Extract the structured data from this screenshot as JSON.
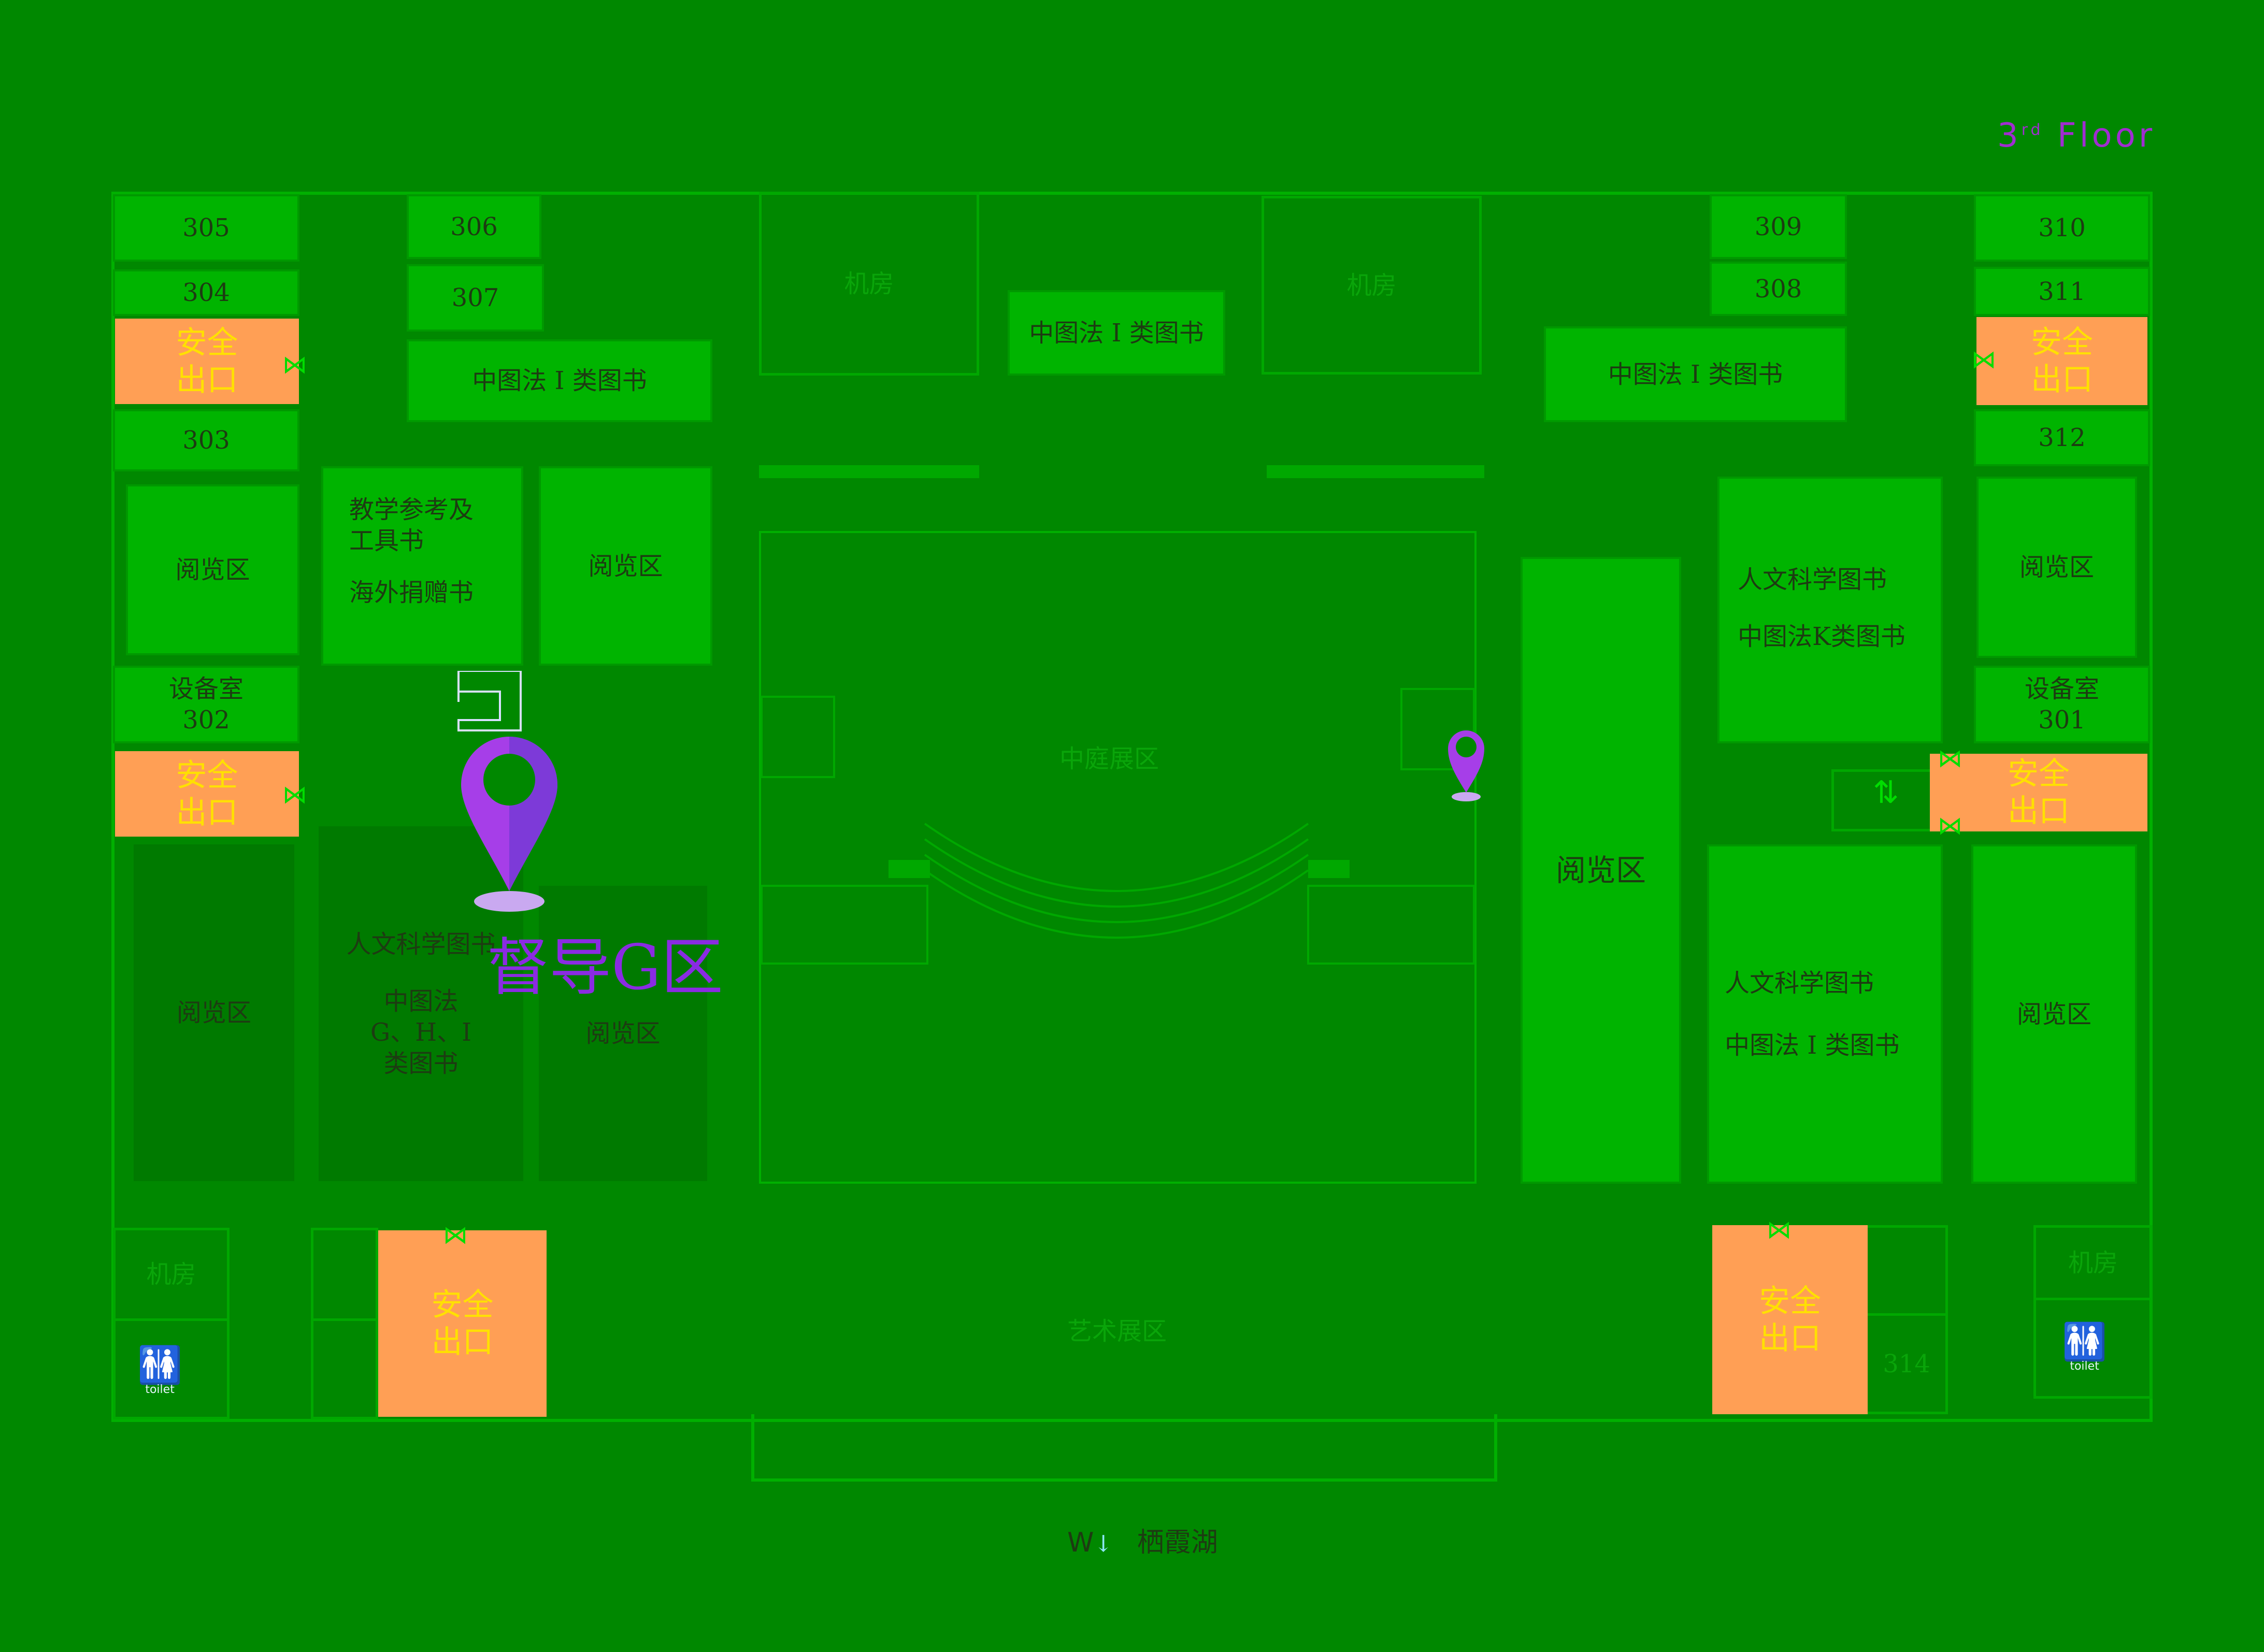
{
  "floor": {
    "number": "3",
    "suffix": "rd",
    "word": "Floor"
  },
  "rooms": {
    "r305": "305",
    "r304": "304",
    "r303": "303",
    "r306": "306",
    "r307": "307",
    "r309": "309",
    "r308": "308",
    "r310": "310",
    "r311": "311",
    "r312": "312",
    "r302": "302",
    "r301": "301",
    "r314": "314"
  },
  "areas": {
    "clc_i": "中图法 I 类图书",
    "reading": "阅览区",
    "teaching_ref": "教学参考及\n工具书",
    "overseas": "海外捐赠书",
    "equipment": "设备室",
    "humanities": "人文科学图书",
    "clc_k": "中图法K类图书",
    "clc_ghi": "中图法\nG、H、I\n类图书",
    "machine_room": "机房",
    "atrium": "中庭展区",
    "art_gallery": "艺术展区",
    "exit": "安全\n出口"
  },
  "markers": {
    "big_pin_text": "督导G区"
  },
  "toilet": {
    "label": "toilet",
    "icon": "toilet-icon"
  },
  "direction": {
    "mark": "W",
    "place": "栖霞湖",
    "icon": "arrow-down-icon"
  },
  "colors": {
    "background": "#008800",
    "room": "#00b400",
    "exit": "#ff9f55",
    "pin": "#a63ee8"
  }
}
